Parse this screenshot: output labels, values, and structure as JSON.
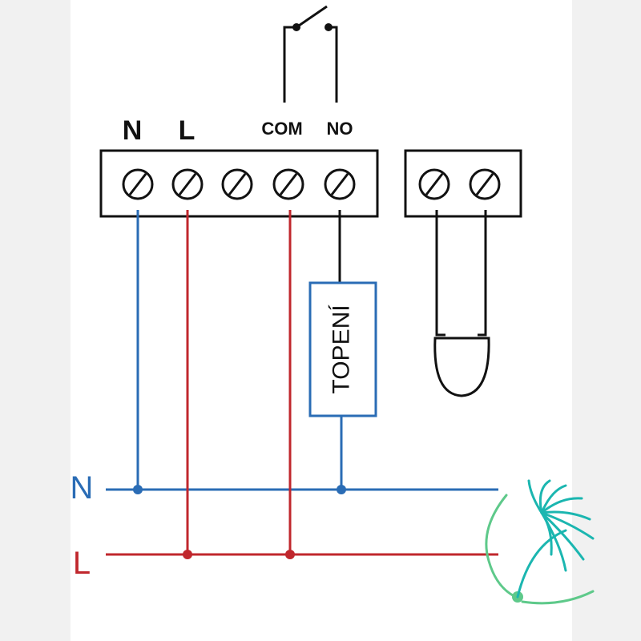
{
  "terminal_labels": {
    "n": "N",
    "l": "L",
    "com": "COM",
    "no": "NO"
  },
  "load": {
    "label": "TOPENÍ"
  },
  "rails": {
    "neutral": "N",
    "line": "L"
  },
  "colors": {
    "neutral": "#2a6cb5",
    "line": "#c0272d",
    "outline": "#111111",
    "logo_teal": "#1bb6b0",
    "logo_green": "#5ec98a"
  },
  "icons": {
    "switch": "switch-icon",
    "sensor": "temperature-sensor-icon",
    "logo": "dandelion-logo-icon"
  }
}
